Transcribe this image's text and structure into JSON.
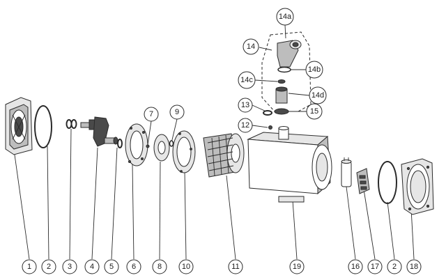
{
  "diagram": {
    "callouts": [
      {
        "id": "c1",
        "label": "1"
      },
      {
        "id": "c2a",
        "label": "2"
      },
      {
        "id": "c3",
        "label": "3"
      },
      {
        "id": "c4",
        "label": "4"
      },
      {
        "id": "c5",
        "label": "5"
      },
      {
        "id": "c6",
        "label": "6"
      },
      {
        "id": "c7",
        "label": "7"
      },
      {
        "id": "c8",
        "label": "8"
      },
      {
        "id": "c9",
        "label": "9"
      },
      {
        "id": "c10",
        "label": "10"
      },
      {
        "id": "c11",
        "label": "11"
      },
      {
        "id": "c12",
        "label": "12"
      },
      {
        "id": "c13",
        "label": "13"
      },
      {
        "id": "c14",
        "label": "14"
      },
      {
        "id": "c14a",
        "label": "14a"
      },
      {
        "id": "c14b",
        "label": "14b"
      },
      {
        "id": "c14c",
        "label": "14c"
      },
      {
        "id": "c14d",
        "label": "14d"
      },
      {
        "id": "c15",
        "label": "15"
      },
      {
        "id": "c16",
        "label": "16"
      },
      {
        "id": "c17",
        "label": "17"
      },
      {
        "id": "c2b",
        "label": "2"
      },
      {
        "id": "c18",
        "label": "18"
      },
      {
        "id": "c19",
        "label": "19"
      }
    ]
  }
}
